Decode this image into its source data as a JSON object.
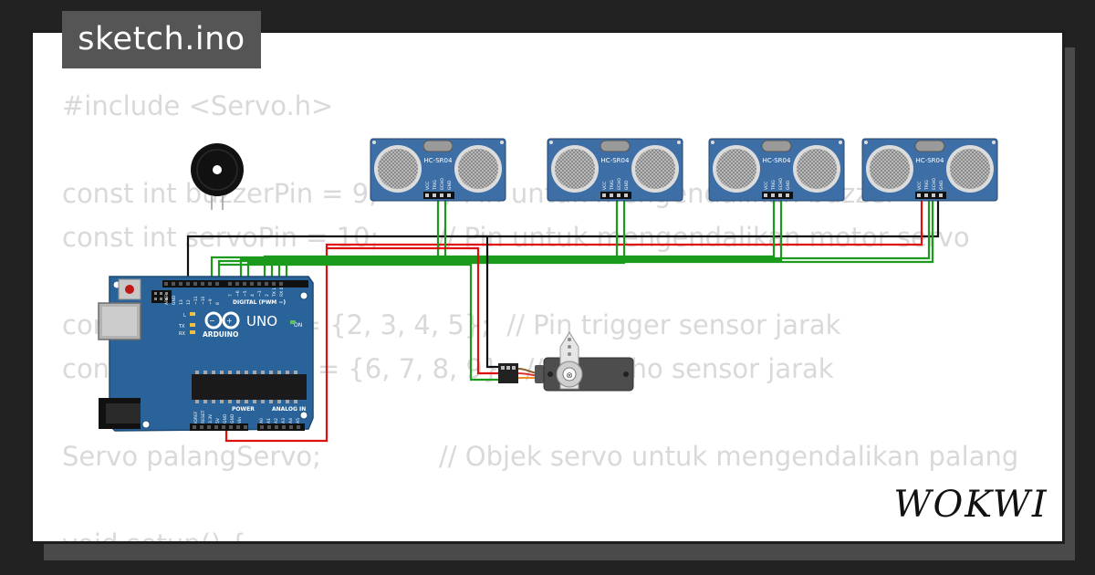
{
  "title": "sketch.ino",
  "brand": "WOKWI",
  "code_lines": [
    "#include <Servo.h>",
    "",
    "const int buzzerPin = 9;       // Pin untuk mengendalikan buzzer",
    "const int servoPin = 10;       // Pin untuk mengendalikan motor servo",
    "",
    "const int trigPin[] = {2, 3, 4, 5};  // Pin trigger sensor jarak",
    "const int echoPin[] = {6, 7, 8, 9};  // Pin echo sensor jarak",
    "",
    "Servo palangServo;              // Objek servo untuk mengendalikan palang",
    "",
    "void setup() {"
  ],
  "sensor_label": "HC-SR04",
  "sensor_pins": [
    "VCC",
    "TRIG",
    "ECHO",
    "GND"
  ],
  "arduino": {
    "model": "UNO",
    "brand": "ARDUINO",
    "digital_label": "DIGITAL (PWM ~)",
    "power_label": "POWER",
    "analog_label": "ANALOG IN",
    "header_top": [
      "AREF",
      "GND",
      "13",
      "12",
      "~11",
      "~10",
      "~9",
      "8",
      "7",
      "~6",
      "~5",
      "4",
      "~3",
      "2",
      "TX 1",
      "RX 0"
    ],
    "header_power": [
      "IOREF",
      "RESET",
      "3.3V",
      "5V",
      "GND",
      "GND",
      "Vin"
    ],
    "header_analog": [
      "A0",
      "A1",
      "A2",
      "A3",
      "A4",
      "A5"
    ],
    "led_labels": [
      "L",
      "TX",
      "RX"
    ],
    "on_label": "ON"
  },
  "colors": {
    "board": "#2a6399",
    "sensor": "#3d6fa6",
    "wire_red": "#e01010",
    "wire_green": "#1b9a1b",
    "wire_black": "#111111",
    "servo": "#4d4d4d"
  }
}
